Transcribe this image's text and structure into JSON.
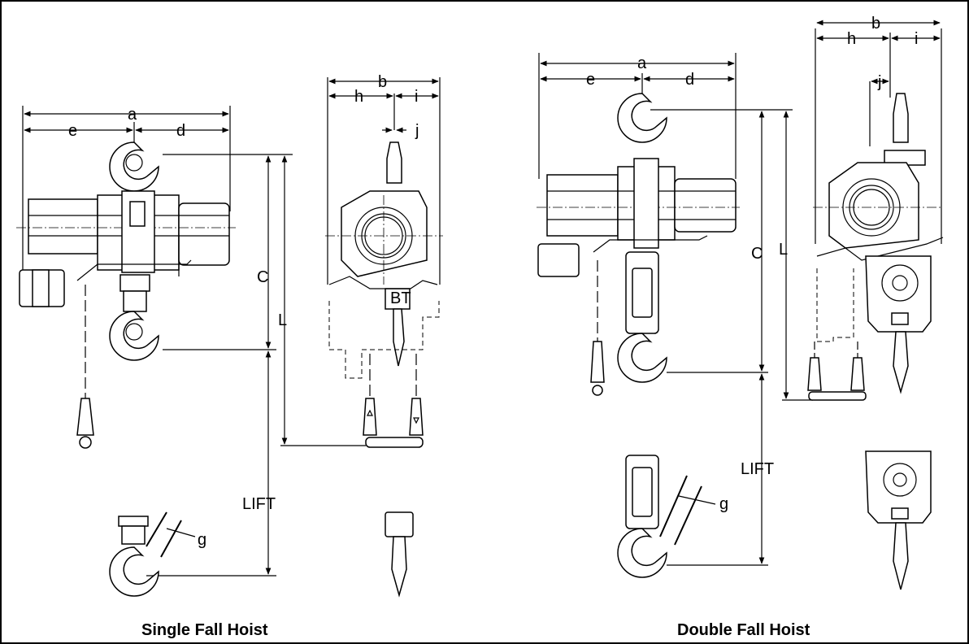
{
  "labels": {
    "a": "a",
    "b": "b",
    "c": "C",
    "d": "d",
    "e": "e",
    "g": "g",
    "h": "h",
    "i": "i",
    "j": "j",
    "l": "L",
    "lift": "LIFT",
    "bt": "BT"
  },
  "captions": {
    "single": "Single Fall Hoist",
    "double": "Double Fall Hoist"
  }
}
